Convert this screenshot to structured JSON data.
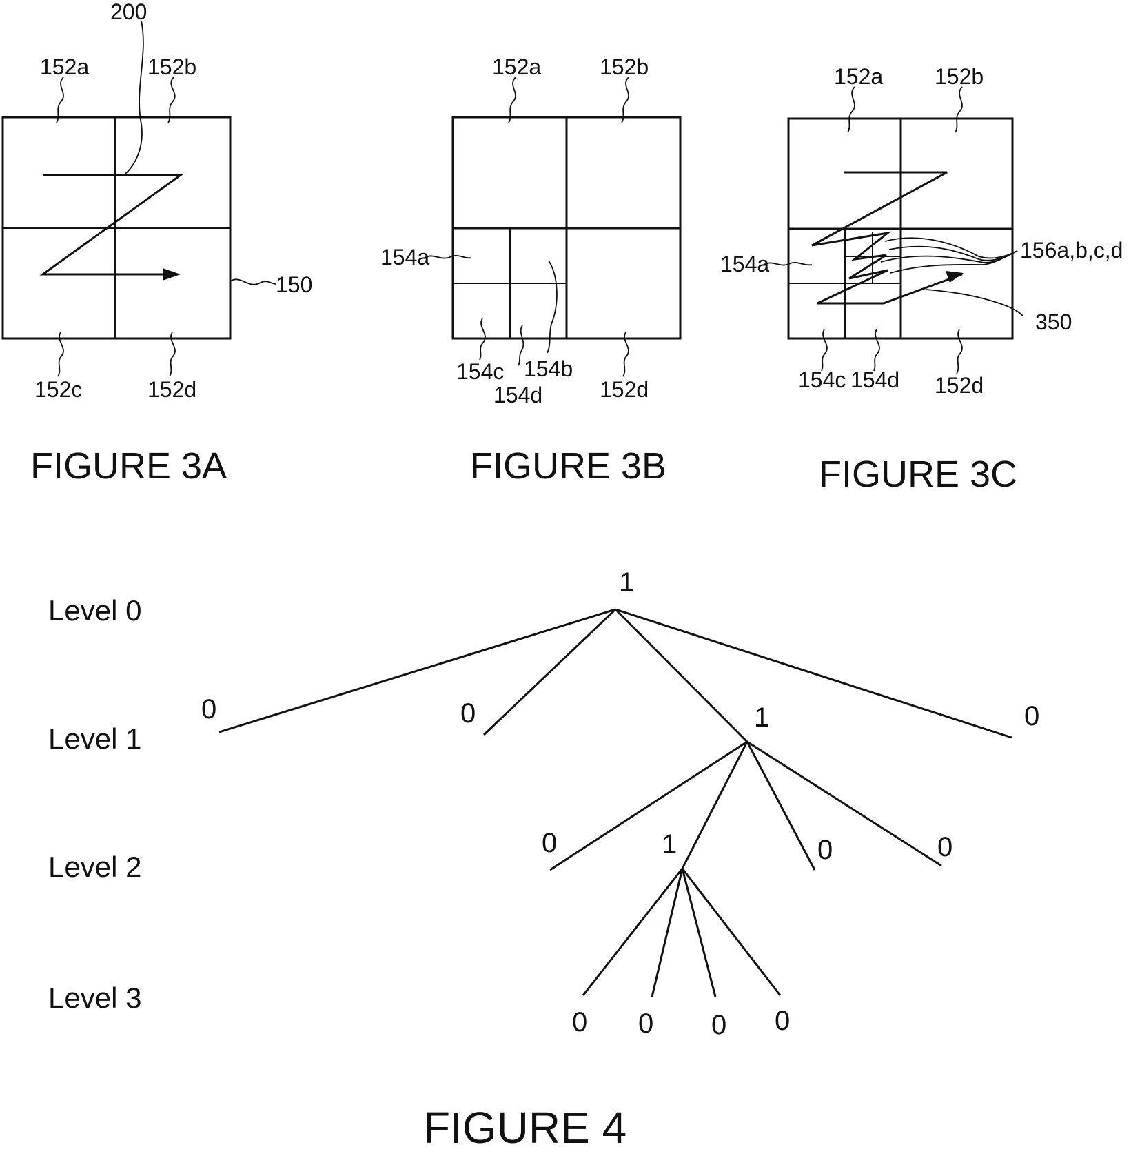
{
  "fig3a": {
    "caption": "FIGURE 3A",
    "labels": {
      "l152a": "152a",
      "l152b": "152b",
      "l152c": "152c",
      "l152d": "152d",
      "l200": "200",
      "l150": "150"
    }
  },
  "fig3b": {
    "caption": "FIGURE 3B",
    "labels": {
      "l152a": "152a",
      "l152b": "152b",
      "l152d": "152d",
      "l154a": "154a",
      "l154b": "154b",
      "l154c": "154c",
      "l154d": "154d"
    }
  },
  "fig3c": {
    "caption": "FIGURE 3C",
    "labels": {
      "l152a": "152a",
      "l152b": "152b",
      "l152d": "152d",
      "l154a": "154a",
      "l154c": "154c",
      "l154d": "154d",
      "l156": "156a,b,c,d",
      "l350": "350"
    }
  },
  "fig4": {
    "caption": "FIGURE 4",
    "levels": [
      "Level 0",
      "Level 1",
      "Level 2",
      "Level 3"
    ],
    "nodes": {
      "root": "1",
      "l1a": "0",
      "l1b": "0",
      "l1c": "1",
      "l1d": "0",
      "l2a": "0",
      "l2b": "1",
      "l2c": "0",
      "l2d": "0",
      "l3a": "0",
      "l3b": "0",
      "l3c": "0",
      "l3d": "0"
    }
  }
}
